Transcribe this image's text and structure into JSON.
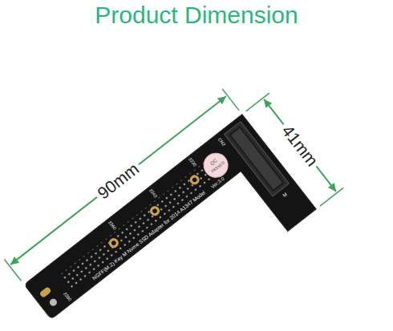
{
  "diagram": {
    "title": "Product Dimension",
    "labels": [
      "90mm",
      "41mm",
      "NGFF(M.2) Key M Nvme SSD Adapter for 2014 A1347 Model",
      "Ver:3.0",
      "QC",
      "PASSED",
      "2230",
      "2242",
      "2260",
      "2280",
      "CN2",
      "M"
    ]
  }
}
